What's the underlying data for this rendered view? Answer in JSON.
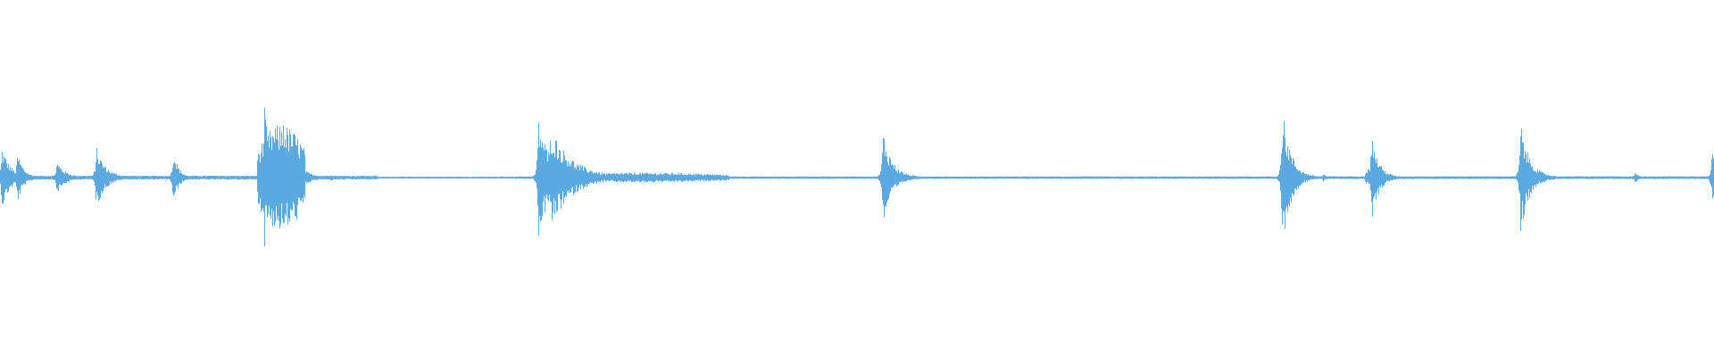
{
  "waveform": {
    "color": "#5aa9e0",
    "background": "#ffffff",
    "duration": 100,
    "noise_floor": 0.012,
    "baseline_segments": [
      {
        "start": 0.0,
        "end": 22.0,
        "level": 0.02
      },
      {
        "start": 22.0,
        "end": 30.0,
        "level": 0.006
      },
      {
        "start": 30.0,
        "end": 74.8,
        "level": 0.01
      },
      {
        "start": 74.8,
        "end": 100.0,
        "level": 0.012
      }
    ],
    "transients": [
      {
        "t": 0.1,
        "amp": 0.42,
        "decay": 1.4
      },
      {
        "t": 1.0,
        "amp": 0.35,
        "decay": 1.0
      },
      {
        "t": 3.3,
        "amp": 0.22,
        "decay": 1.4
      },
      {
        "t": 5.6,
        "amp": 0.42,
        "decay": 1.5
      },
      {
        "t": 10.1,
        "amp": 0.4,
        "decay": 0.8
      },
      {
        "t": 15.4,
        "amp": 1.0,
        "decay": 1.0
      },
      {
        "t": 16.5,
        "amp": 0.92,
        "decay": 1.6
      },
      {
        "t": 19.3,
        "amp": 0.05,
        "decay": 0.4
      },
      {
        "t": 31.4,
        "amp": 0.82,
        "decay": 2.0
      },
      {
        "t": 32.1,
        "amp": 0.7,
        "decay": 3.5
      },
      {
        "t": 51.5,
        "amp": 0.65,
        "decay": 1.5
      },
      {
        "t": 74.8,
        "amp": 0.95,
        "decay": 1.4
      },
      {
        "t": 77.2,
        "amp": 0.05,
        "decay": 0.4
      },
      {
        "t": 80.0,
        "amp": 0.6,
        "decay": 1.2
      },
      {
        "t": 88.7,
        "amp": 0.75,
        "decay": 1.5
      },
      {
        "t": 95.4,
        "amp": 0.08,
        "decay": 0.4
      },
      {
        "t": 99.9,
        "amp": 0.52,
        "decay": 0.3
      }
    ],
    "sustained": [
      {
        "start": 32.5,
        "end": 42.5,
        "level": 0.06
      },
      {
        "start": 15.0,
        "end": 17.8,
        "level": 0.72
      },
      {
        "start": 79.6,
        "end": 80.8,
        "level": 0.14
      }
    ]
  }
}
